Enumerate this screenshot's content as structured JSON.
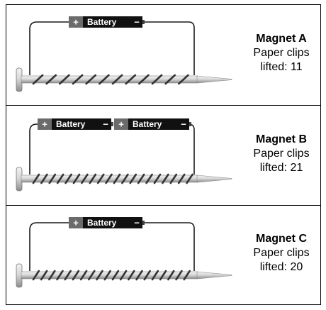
{
  "magnets": [
    {
      "name": "Magnet A",
      "caption_line1": "Paper clips",
      "caption_line2": "lifted: 11",
      "batteries": [
        {
          "label": "Battery",
          "plus": "+",
          "minus": "−"
        }
      ],
      "coil_turns": 12
    },
    {
      "name": "Magnet B",
      "caption_line1": "Paper clips",
      "caption_line2": "lifted: 21",
      "batteries": [
        {
          "label": "Battery",
          "plus": "+",
          "minus": "−"
        },
        {
          "label": "Battery",
          "plus": "+",
          "minus": "−"
        }
      ],
      "coil_turns": 20
    },
    {
      "name": "Magnet C",
      "caption_line1": "Paper clips",
      "caption_line2": "lifted: 20",
      "batteries": [
        {
          "label": "Battery",
          "plus": "+",
          "minus": "−"
        }
      ],
      "coil_turns": 20
    }
  ],
  "colors": {
    "nail_light": "#d9d9d9",
    "nail_dark": "#8c8c8c",
    "coil": "#333333",
    "wire": "#1a1a1a",
    "battery_body": "#111111",
    "battery_plus_end": "#6b6b6b"
  }
}
